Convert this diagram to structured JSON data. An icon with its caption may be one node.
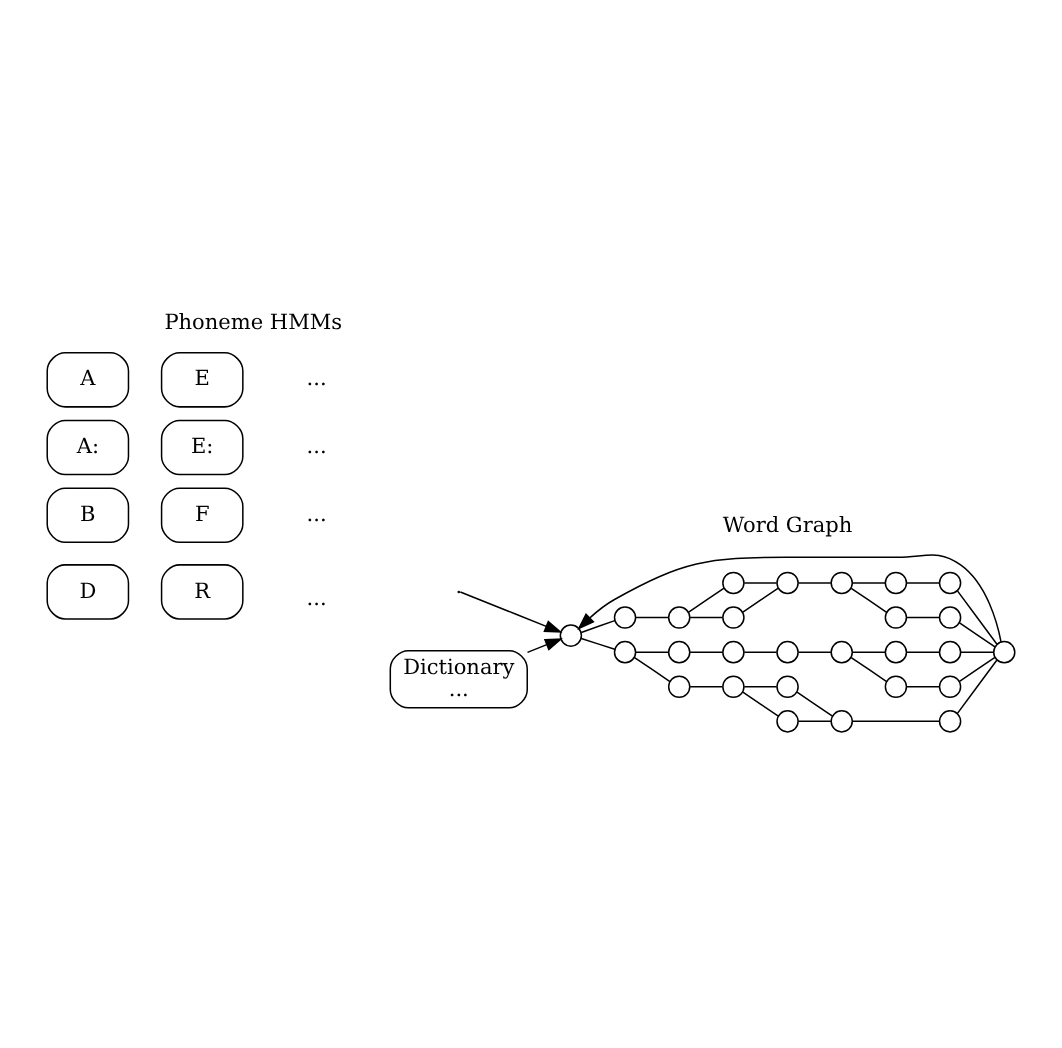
{
  "diagram": {
    "nodes": [
      {
        "text": [
          "A"
        ]
      },
      {
        "text": [
          "E"
        ]
      },
      {
        "text": [
          "A:"
        ]
      },
      {
        "text": [
          "E:"
        ]
      },
      {
        "text": [
          "B"
        ]
      },
      {
        "text": [
          "F"
        ]
      },
      {
        "text": [
          "D"
        ]
      },
      {
        "text": [
          "R"
        ]
      },
      {
        "text": [
          "Dictionary",
          "..."
        ]
      },
      {
        "text": [],
        "shape": "circle"
      },
      {
        "text": [],
        "shape": "circle"
      },
      {
        "text": [],
        "shape": "circle"
      },
      {
        "text": [],
        "shape": "circle"
      },
      {
        "text": [],
        "shape": "circle"
      },
      {
        "text": [],
        "shape": "circle"
      },
      {
        "text": [],
        "shape": "circle"
      },
      {
        "text": [],
        "shape": "circle"
      },
      {
        "text": [],
        "shape": "circle"
      },
      {
        "text": [],
        "shape": "circle"
      },
      {
        "text": [],
        "shape": "circle"
      },
      {
        "text": [],
        "shape": "circle"
      },
      {
        "text": [],
        "shape": "circle"
      },
      {
        "text": [],
        "shape": "circle"
      },
      {
        "text": [],
        "shape": "circle"
      },
      {
        "text": [],
        "shape": "circle"
      },
      {
        "text": [],
        "shape": "circle"
      },
      {
        "text": [],
        "shape": "circle"
      },
      {
        "text": [],
        "shape": "circle"
      },
      {
        "text": [],
        "shape": "circle"
      },
      {
        "text": [],
        "shape": "circle"
      },
      {
        "text": [],
        "shape": "circle"
      },
      {
        "text": [],
        "shape": "circle"
      },
      {
        "text": [],
        "shape": "circle"
      },
      {
        "text": [],
        "shape": "circle"
      },
      {
        "text": [],
        "shape": "circle"
      },
      {
        "text": [],
        "shape": "circle"
      }
    ],
    "edges": [
      {
        "from": null,
        "to": 9,
        "arrow": "to"
      },
      {
        "from": 8,
        "to": 9,
        "arrow": "to"
      },
      {
        "from": 9,
        "to": 10,
        "arrow": "none"
      },
      {
        "from": 10,
        "to": 11,
        "arrow": "none"
      },
      {
        "from": 11,
        "to": 12,
        "arrow": "none"
      },
      {
        "from": 12,
        "to": 13,
        "arrow": "none"
      },
      {
        "from": 12,
        "to": 14,
        "arrow": "none"
      },
      {
        "from": 13,
        "to": 15,
        "arrow": "none"
      },
      {
        "from": 14,
        "to": 15,
        "arrow": "none"
      },
      {
        "from": 15,
        "to": 16,
        "arrow": "none"
      },
      {
        "from": 16,
        "to": 35,
        "arrow": "none"
      },
      {
        "from": 10,
        "to": 17,
        "arrow": "none"
      },
      {
        "from": 17,
        "to": 18,
        "arrow": "none"
      },
      {
        "from": 18,
        "to": 19,
        "arrow": "none"
      },
      {
        "from": 19,
        "to": 20,
        "arrow": "none"
      },
      {
        "from": 20,
        "to": 21,
        "arrow": "none"
      },
      {
        "from": 20,
        "to": 22,
        "arrow": "none"
      },
      {
        "from": 21,
        "to": 23,
        "arrow": "none"
      },
      {
        "from": 22,
        "to": 24,
        "arrow": "none"
      },
      {
        "from": 23,
        "to": 35,
        "arrow": "none"
      },
      {
        "from": 24,
        "to": 35,
        "arrow": "none"
      },
      {
        "from": 9,
        "to": 25,
        "arrow": "none"
      },
      {
        "from": 25,
        "to": 26,
        "arrow": "none"
      },
      {
        "from": 26,
        "to": 27,
        "arrow": "none"
      },
      {
        "from": 26,
        "to": 28,
        "arrow": "none"
      },
      {
        "from": 27,
        "to": 29,
        "arrow": "none"
      },
      {
        "from": 28,
        "to": 29,
        "arrow": "none"
      },
      {
        "from": 29,
        "to": 30,
        "arrow": "none"
      },
      {
        "from": 30,
        "to": 31,
        "arrow": "none"
      },
      {
        "from": 30,
        "to": 32,
        "arrow": "none"
      },
      {
        "from": 31,
        "to": 33,
        "arrow": "none"
      },
      {
        "from": 32,
        "to": 34,
        "arrow": "none"
      },
      {
        "from": 33,
        "to": 35,
        "arrow": "none"
      },
      {
        "from": 34,
        "to": 35,
        "arrow": "none"
      },
      {
        "from": 35,
        "to": 9,
        "arrow": "to"
      }
    ],
    "labels": [
      "Phoneme HMMs",
      "...",
      "...",
      "...",
      "...",
      "Word Graph"
    ]
  }
}
